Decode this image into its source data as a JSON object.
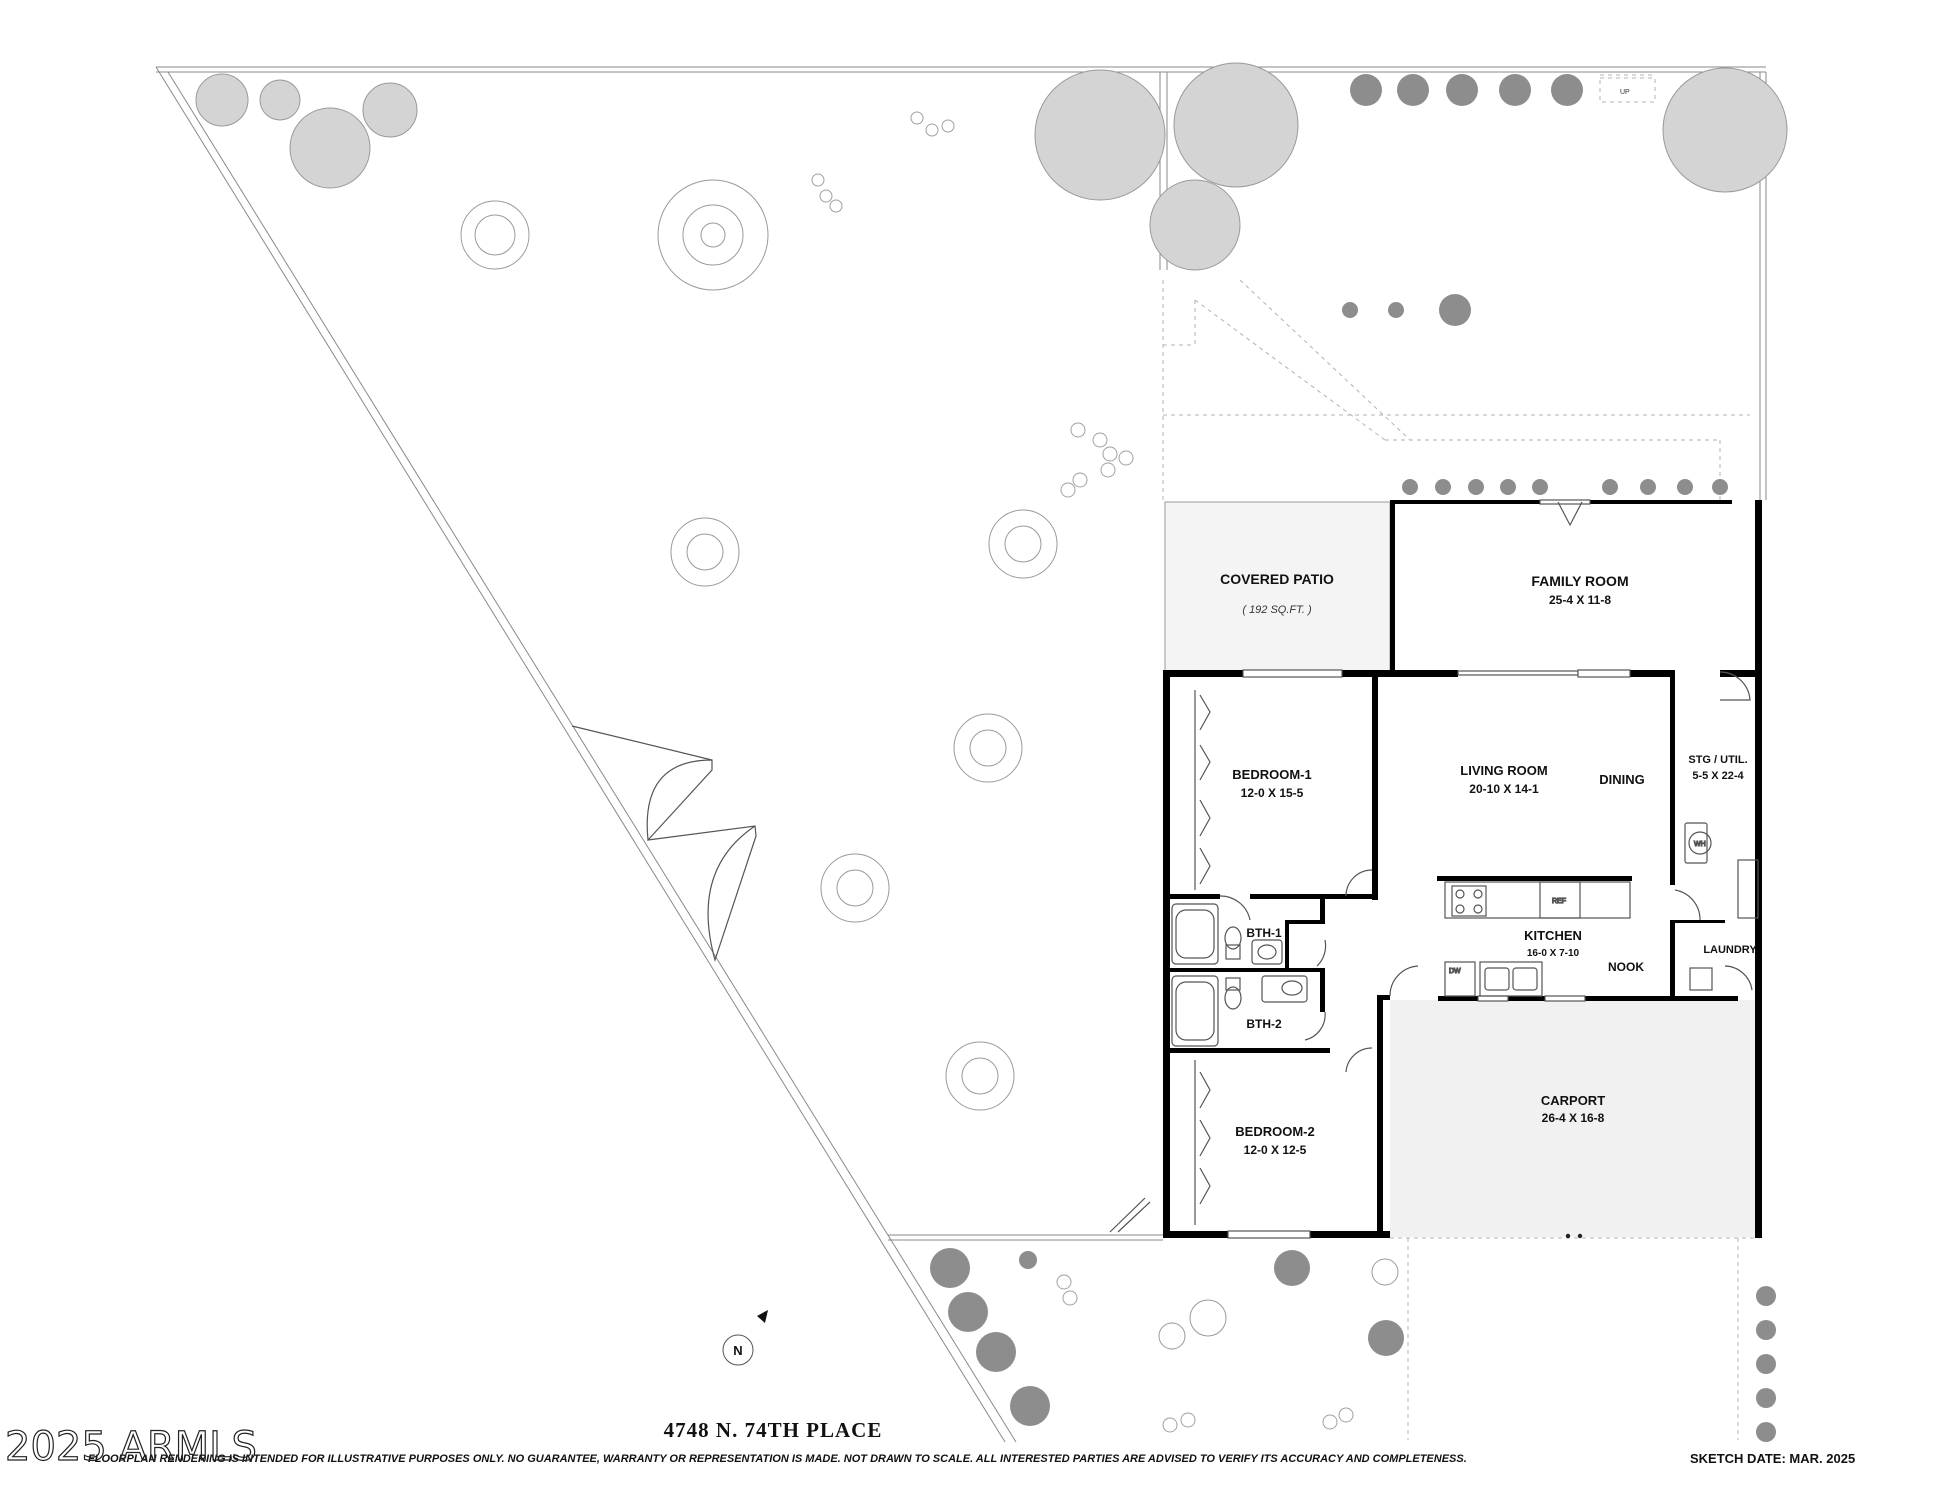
{
  "rooms": {
    "covered_patio": {
      "name": "COVERED PATIO",
      "size": "( 192 SQ.FT. )"
    },
    "family_room": {
      "name": "FAMILY ROOM",
      "size": "25-4  X  11-8"
    },
    "bedroom1": {
      "name": "BEDROOM-1",
      "size": "12-0  X  15-5"
    },
    "living_room": {
      "name": "LIVING ROOM",
      "size": "20-10  X  14-1"
    },
    "dining": {
      "name": "DINING"
    },
    "stg_util": {
      "name": "STG / UTIL.",
      "size": "5-5 X 22-4"
    },
    "bath1": {
      "name": "BTH-1"
    },
    "bath2": {
      "name": "BTH-2"
    },
    "kitchen": {
      "name": "KITCHEN",
      "size": "16-0 X 7-10"
    },
    "nook": {
      "name": "NOOK"
    },
    "laundry": {
      "name": "LAUNDRY"
    },
    "carport": {
      "name": "CARPORT",
      "size": "26-4 X 16-8"
    },
    "bedroom2": {
      "name": "BEDROOM-2",
      "size": "12-0  X  12-5"
    }
  },
  "fixtures": {
    "water_heater": "WH",
    "stair_up": "UP",
    "fridge": "REF",
    "dishwasher": "DW"
  },
  "compass": {
    "letter": "N"
  },
  "address": "4748 N. 74TH PLACE",
  "disclaimer": "FLOORPLAN RENDERING IS INTENDED FOR ILLUSTRATIVE PURPOSES ONLY.  NO GUARANTEE, WARRANTY OR REPRESENTATION IS MADE.  NOT DRAWN TO SCALE.  ALL INTERESTED PARTIES ARE ADVISED TO VERIFY ITS ACCURACY AND COMPLETENESS.",
  "sketch_date": "SKETCH DATE:  MAR. 2025",
  "watermark": "2025 ARMLS",
  "colors": {
    "wall": "#000000",
    "patio_fill": "#f4f4f4",
    "carport_fill": "#f1f1f1",
    "shrub_dark": "#8d8d8d",
    "line": "#8a8a8a"
  }
}
